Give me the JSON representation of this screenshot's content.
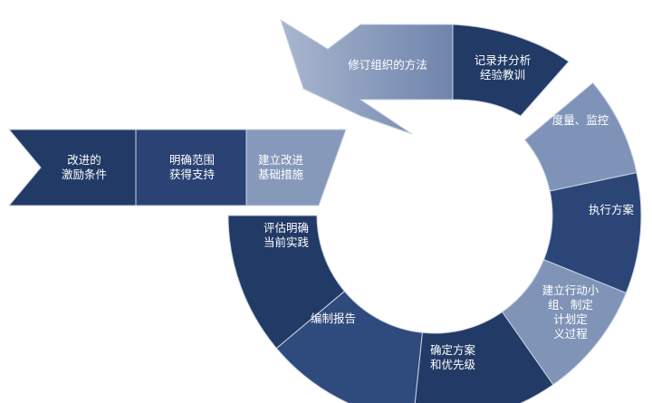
{
  "palette": {
    "band_dark": "#223a66",
    "band_mid": "#3d5584",
    "band_light": "#8094b8",
    "band_lightest": "#a9b6cf",
    "divider": "#c9d3e3",
    "outline": "#5a6f97"
  },
  "steps": [
    {
      "id": "incentive",
      "lines": [
        "改进的",
        "激励条件"
      ]
    },
    {
      "id": "scope",
      "lines": [
        "明确范围",
        "获得支持"
      ]
    },
    {
      "id": "foundation",
      "lines": [
        "建立改进",
        "基础措施"
      ]
    },
    {
      "id": "assess",
      "lines": [
        "评估明确",
        "当前实践"
      ]
    },
    {
      "id": "report",
      "lines": [
        "编制报告"
      ]
    },
    {
      "id": "prioritize",
      "lines": [
        "确定方案",
        "和优先级"
      ]
    },
    {
      "id": "team",
      "lines": [
        "建立行动小",
        "组、制定",
        "计划定",
        "义过程"
      ]
    },
    {
      "id": "execute",
      "lines": [
        "执行方案"
      ]
    },
    {
      "id": "measure",
      "lines": [
        "度量、监控"
      ]
    },
    {
      "id": "lessons",
      "lines": [
        "记录并分析",
        "经验教训"
      ]
    },
    {
      "id": "revise",
      "lines": [
        "修订组织的方法"
      ]
    }
  ]
}
